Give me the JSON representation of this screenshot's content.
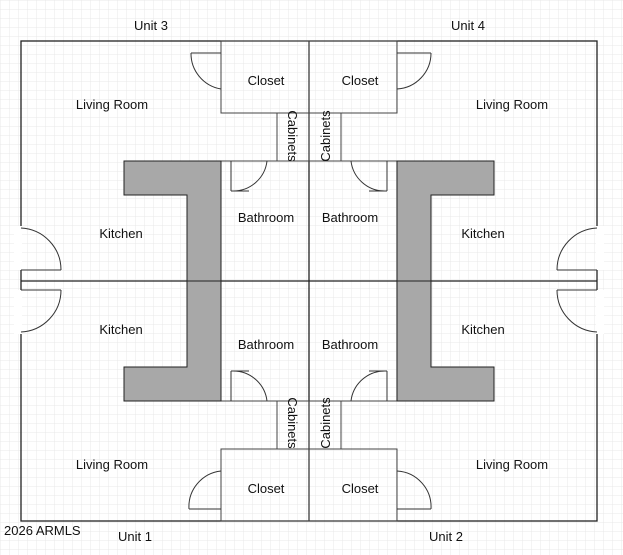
{
  "units": {
    "u3": "Unit 3",
    "u4": "Unit 4",
    "u1": "Unit 1",
    "u2": "Unit 2"
  },
  "rooms": {
    "living_room": "Living Room",
    "kitchen": "Kitchen",
    "bathroom": "Bathroom",
    "closet": "Closet",
    "cabinets": "Cabinets"
  },
  "watermark": "2026 ARMLS",
  "colors": {
    "background": "#ffffff",
    "grid": "#dcdcdc",
    "counter": "#a8a8a8",
    "wall": "#222222"
  }
}
